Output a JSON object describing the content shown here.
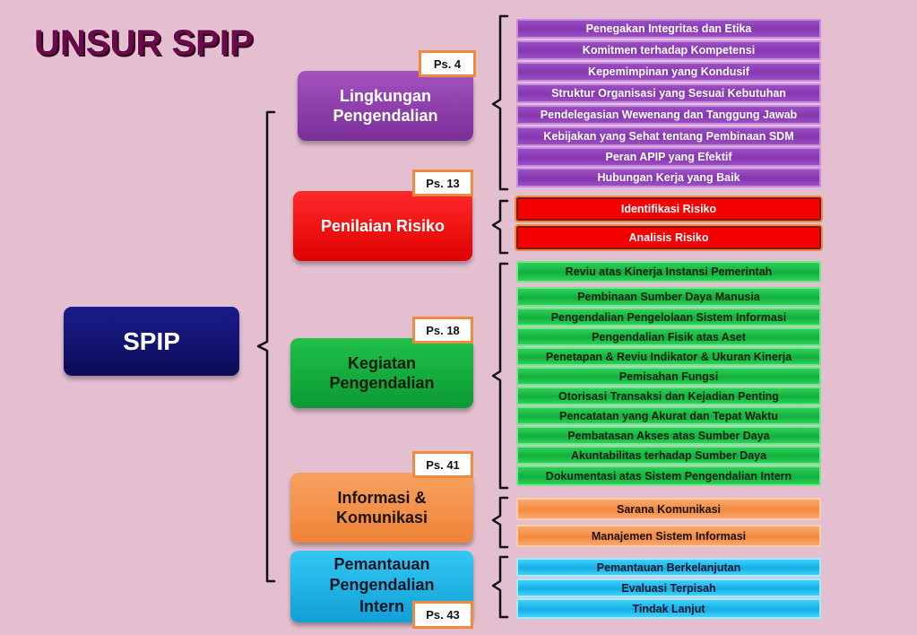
{
  "title": "UNSUR SPIP",
  "root": "SPIP",
  "categories": [
    {
      "label_lines": [
        "Lingkungan",
        "Pengendalian"
      ],
      "ref": "Ps. 4",
      "items": [
        "Penegakan Integritas dan Etika",
        "Komitmen terhadap Kompetensi",
        "Kepemimpinan yang Kondusif",
        "Struktur Organisasi yang Sesuai Kebutuhan",
        "Pendelegasian Wewenang dan Tanggung Jawab",
        "Kebijakan yang Sehat tentang Pembinaan SDM",
        "Peran APIP yang Efektif",
        "Hubungan Kerja yang Baik"
      ]
    },
    {
      "label_lines": [
        "Penilaian Risiko"
      ],
      "ref": "Ps. 13",
      "items": [
        "Identifikasi Risiko",
        "Analisis Risiko"
      ]
    },
    {
      "label_lines": [
        "Kegiatan",
        "Pengendalian"
      ],
      "ref": "Ps. 18",
      "items": [
        "Reviu atas Kinerja Instansi Pemerintah",
        "Pembinaan Sumber Daya Manusia",
        "Pengendalian Pengelolaan Sistem  Informasi",
        "Pengendalian Fisik atas Aset",
        "Penetapan & Reviu Indikator & Ukuran Kinerja",
        "Pemisahan Fungsi",
        "Otorisasi Transaksi dan Kejadian Penting",
        "Pencatatan yang Akurat dan Tepat Waktu",
        "Pembatasan Akses atas Sumber Daya",
        "Akuntabilitas terhadap Sumber Daya",
        "Dokumentasi atas Sistem Pengendalian Intern"
      ]
    },
    {
      "label_lines": [
        "Informasi &",
        "Komunikasi"
      ],
      "ref": "Ps. 41",
      "items": [
        "Sarana Komunikasi",
        "Manajemen Sistem Informasi"
      ]
    },
    {
      "label_lines": [
        "Pemantauan",
        "Pengendalian",
        "Intern"
      ],
      "ref": "Ps. 43",
      "items": [
        "Pemantauan  Berkelanjutan",
        "Evaluasi Terpisah",
        "Tindak Lanjut"
      ]
    }
  ],
  "colors": {
    "purple": "#8a3cb4",
    "red": "#f40000",
    "green": "#14b43e",
    "orange": "#f28b3c",
    "blue": "#18b0e8",
    "navy": "#111170"
  }
}
